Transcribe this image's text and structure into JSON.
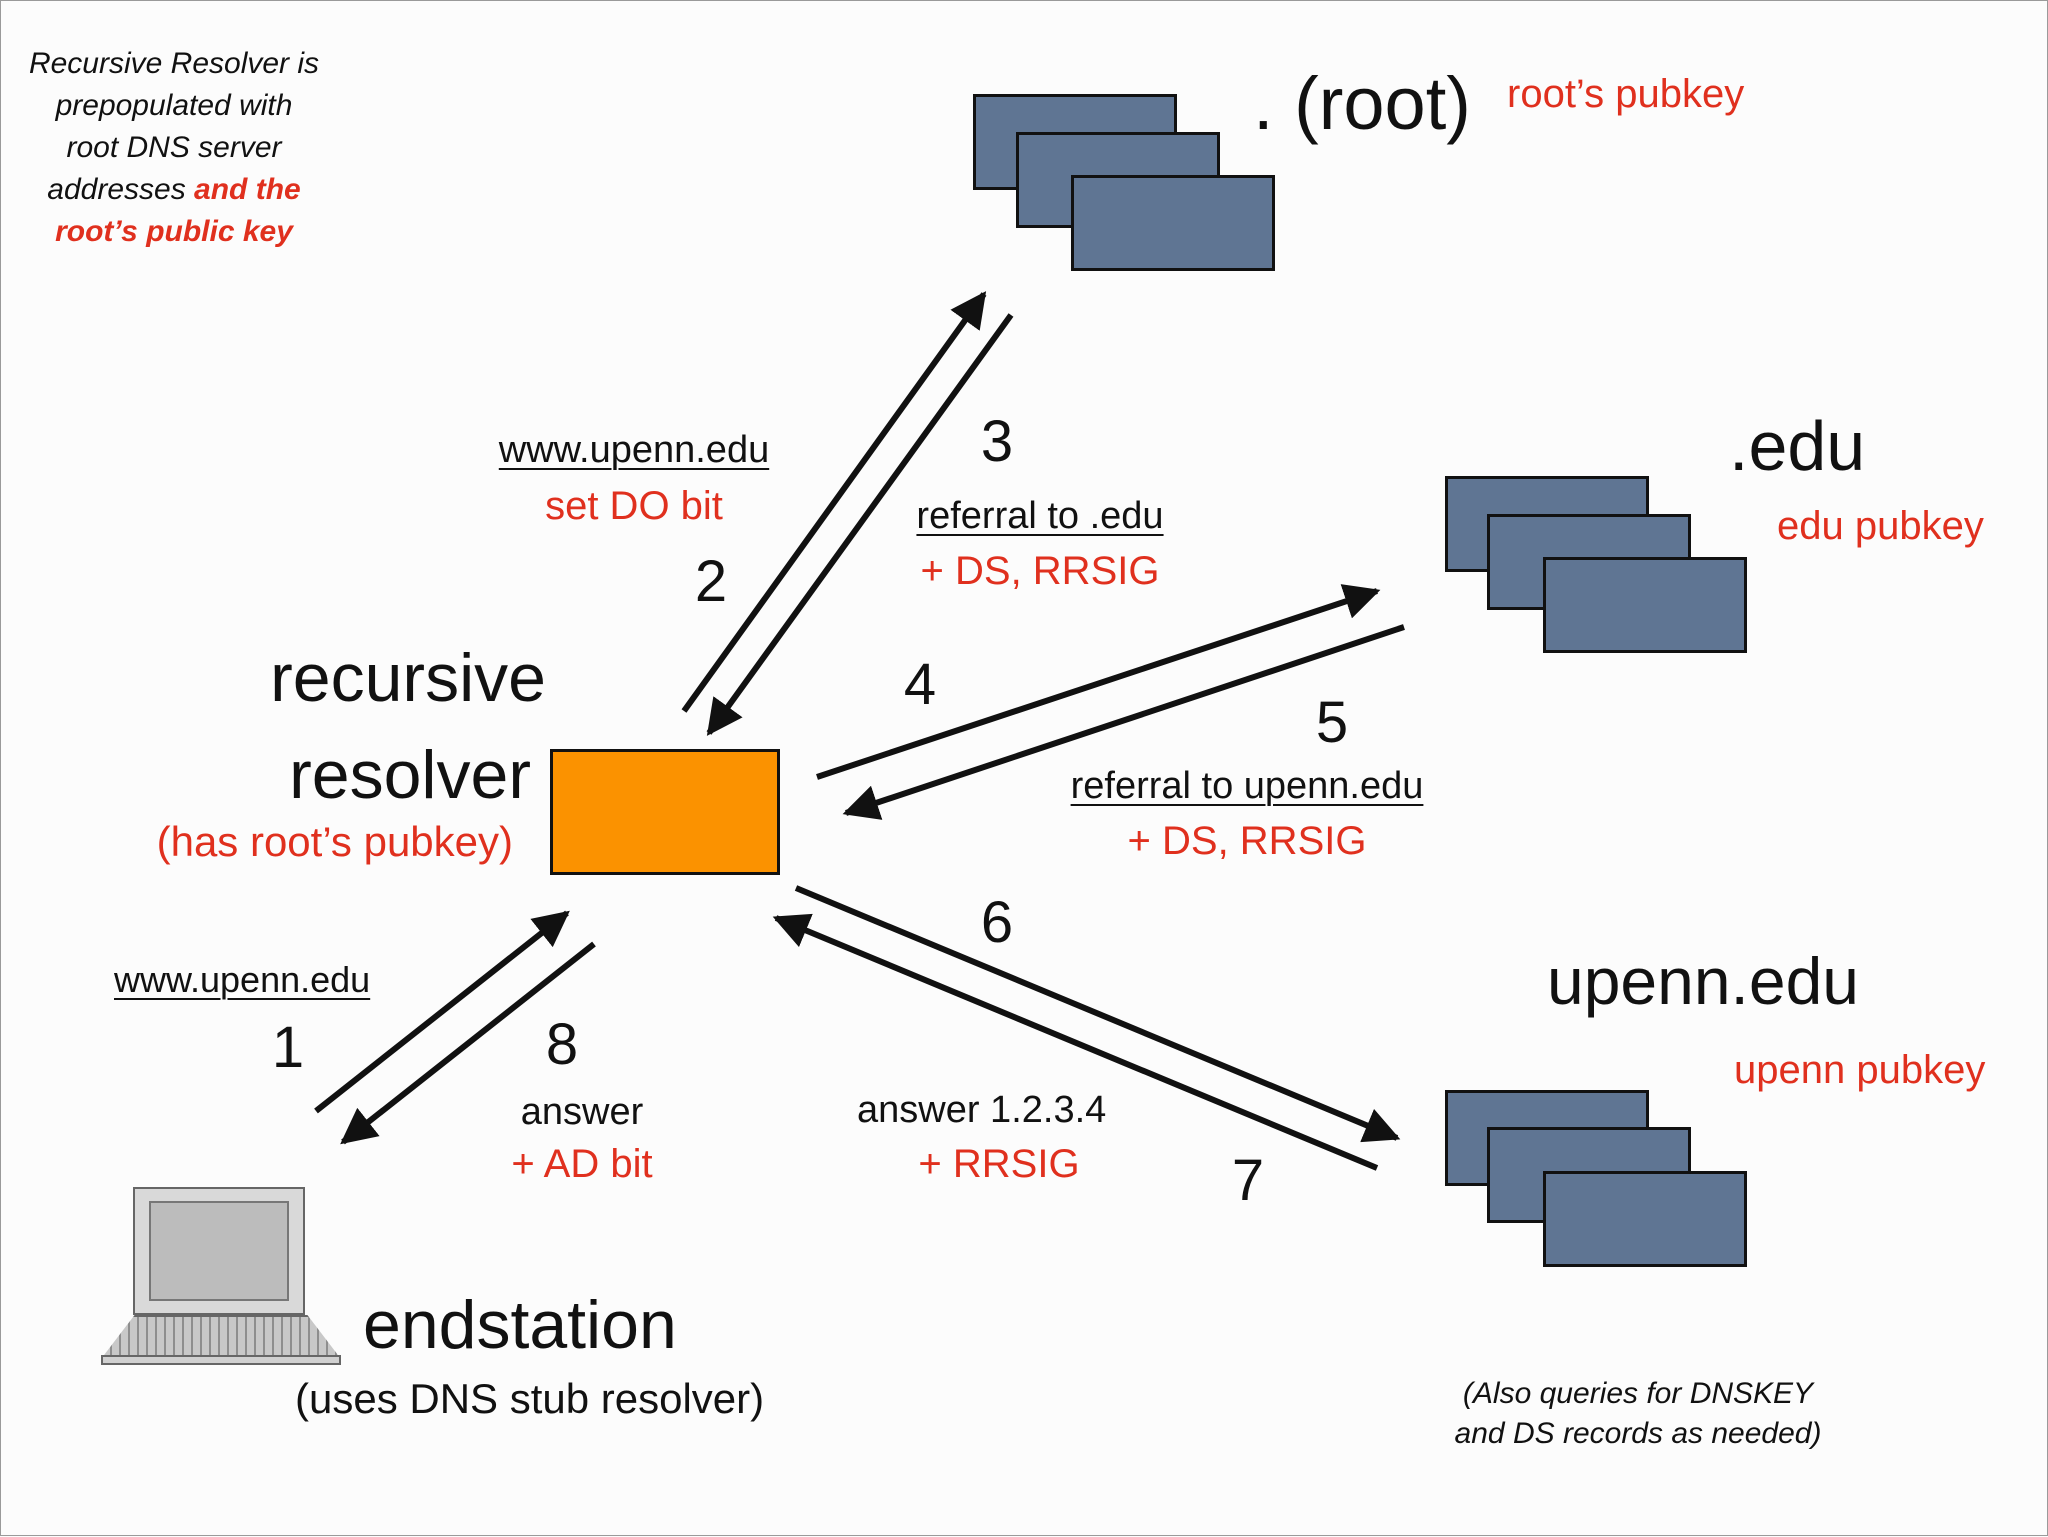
{
  "colors": {
    "accent_red": "#e0301e",
    "server": "#5f7593",
    "resolver": "#fb9200",
    "ink": "#111111"
  },
  "note": {
    "line1": "Recursive Resolver is",
    "line2": "prepopulated with",
    "line3": "root DNS server",
    "line4_plain": "addresses",
    "line4_bold": "and the",
    "line5_bold": "root’s public key"
  },
  "root": {
    "name": ". (root)",
    "key": "root’s pubkey"
  },
  "edu": {
    "name": ".edu",
    "key": "edu pubkey"
  },
  "upenn": {
    "name": "upenn.edu",
    "key": "upenn pubkey"
  },
  "resolver": {
    "line1": "recursive",
    "line2": "resolver",
    "sub": "(has root’s pubkey)"
  },
  "endstation": {
    "name": "endstation",
    "sub": "(uses DNS stub resolver)"
  },
  "steps": {
    "s1": {
      "num": "1",
      "query": "www.upenn.edu"
    },
    "s2": {
      "num": "2",
      "query": "www.upenn.edu",
      "extra": "set DO bit"
    },
    "s3": {
      "num": "3",
      "label": "referral to .edu",
      "extra": "+ DS, RRSIG"
    },
    "s4": {
      "num": "4"
    },
    "s5": {
      "num": "5",
      "label": "referral to upenn.edu",
      "extra": "+ DS, RRSIG"
    },
    "s6": {
      "num": "6"
    },
    "s7": {
      "num": "7",
      "label": "answer 1.2.3.4",
      "extra": "+ RRSIG"
    },
    "s8": {
      "num": "8",
      "label": "answer",
      "extra": "+ AD bit"
    }
  },
  "footnote": {
    "line1": "(Also queries for DNSKEY",
    "line2": "and DS records as needed)"
  }
}
